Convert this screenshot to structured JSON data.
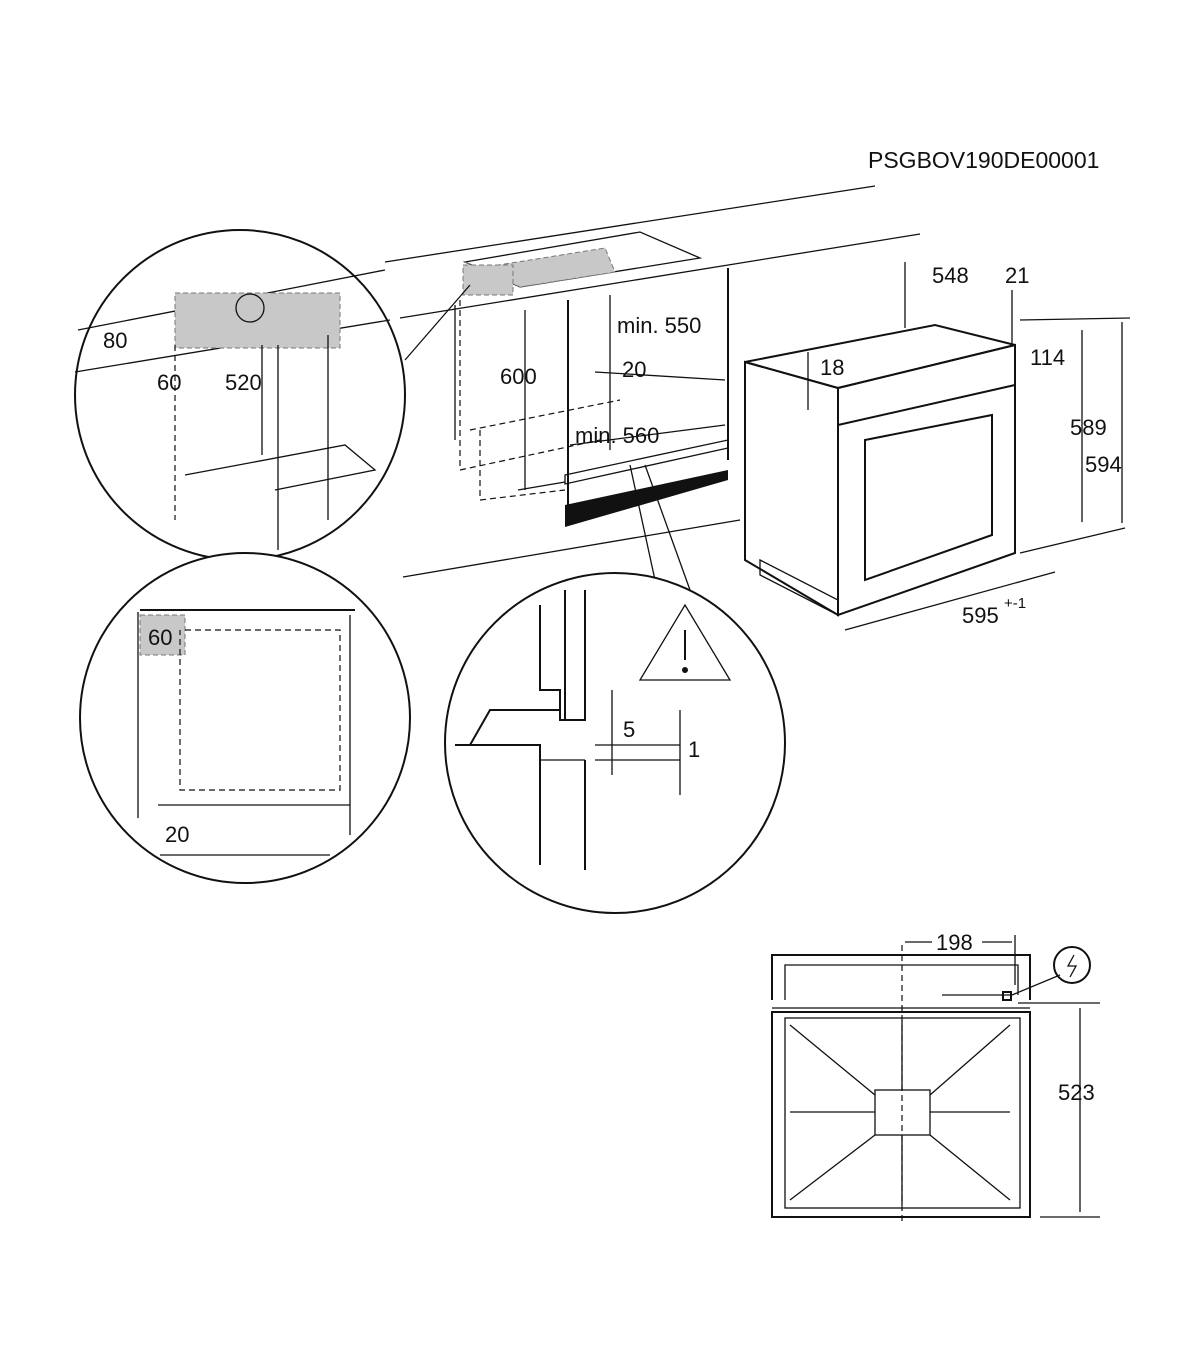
{
  "document_code": "PSGBOV190DE00001",
  "oven_dimensions": {
    "depth": "548",
    "front_depth": "21",
    "panel_height": "114",
    "top_offset": "18",
    "height_inner": "589",
    "height_total": "594",
    "width": "595",
    "width_tolerance": "+-1"
  },
  "cabinet_dimensions": {
    "niche_height": "600",
    "min_width": "min. 550",
    "rear_gap": "20",
    "min_depth": "min. 560"
  },
  "detail_top_left": {
    "height": "80",
    "depth": "60",
    "distance": "520"
  },
  "detail_bottom_left": {
    "vent": "60",
    "gap": "20"
  },
  "detail_middle": {
    "gap_a": "5",
    "gap_b": "1"
  },
  "rear_view": {
    "connection_offset": "198",
    "connection_height": "523"
  },
  "icons": {
    "electric": "electric-connection-icon",
    "warning": "warning-triangle-icon"
  }
}
